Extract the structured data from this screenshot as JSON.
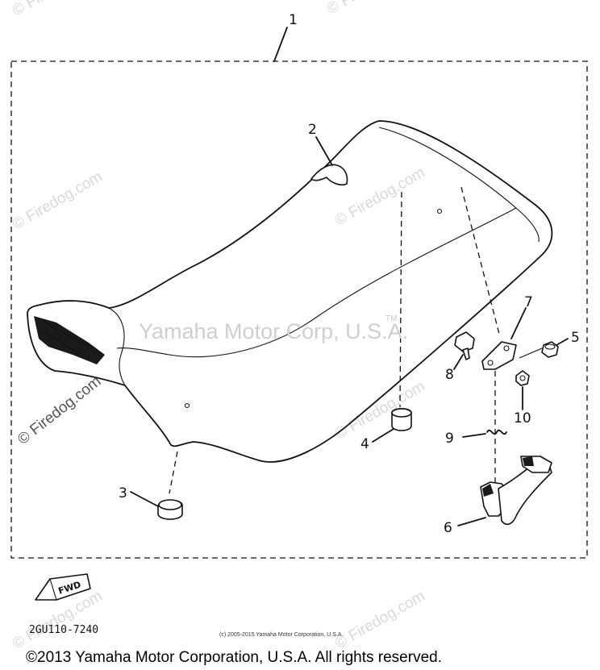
{
  "callouts": {
    "c1": "1",
    "c2": "2",
    "c3": "3",
    "c4": "4",
    "c5": "5",
    "c6": "6",
    "c7": "7",
    "c8": "8",
    "c9": "9",
    "c10": "10"
  },
  "watermarks": {
    "site": "© Firedog.com",
    "corp": "Yamaha Motor Corp, U.S.A.",
    "tm": "TM"
  },
  "fwd_label": "FWD",
  "part_number": "2GU110-7240",
  "small_copyright": "(c) 2005-2015 Yamaha Motor Corporation, U.S.A.",
  "footer_copyright": "©2013 Yamaha Motor Corporation, U.S.A. All rights reserved."
}
